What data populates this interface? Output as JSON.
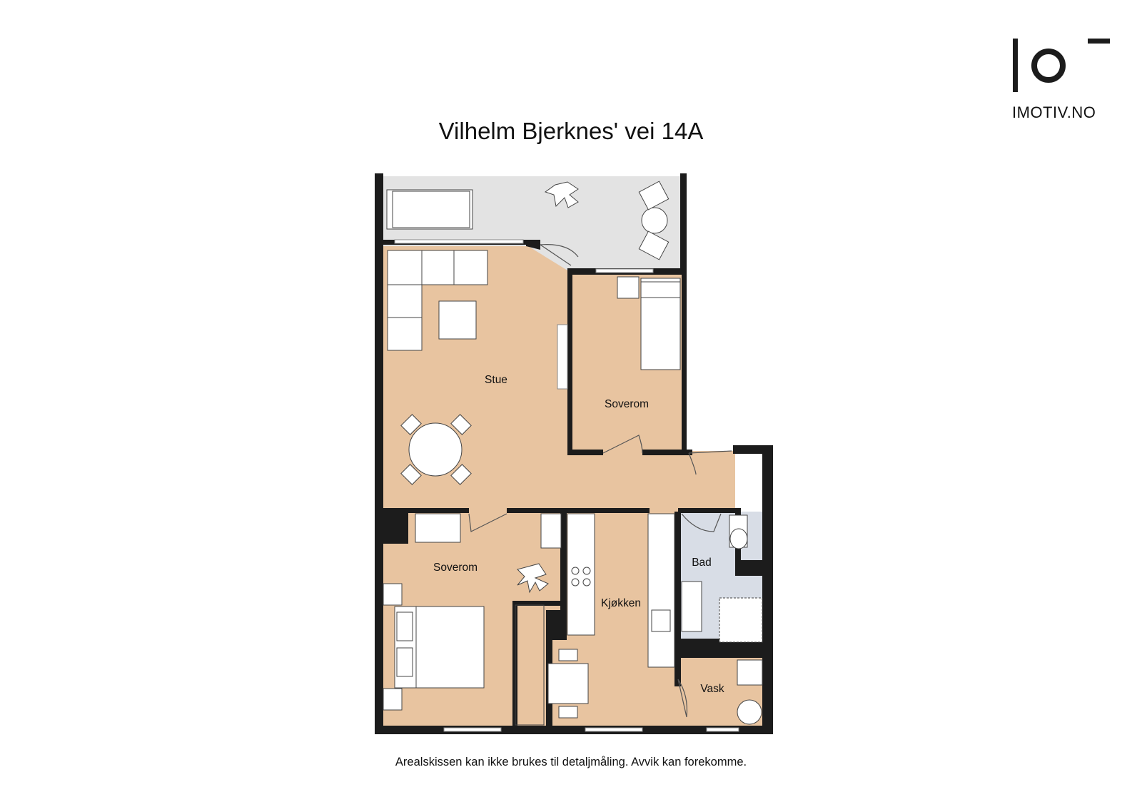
{
  "brand": {
    "name": "IMOTIV.NO"
  },
  "plan": {
    "title": "Vilhelm Bjerknes' vei 14A",
    "disclaimer": "Arealskissen kan ikke brukes til detaljmåling. Avvik kan forekomme.",
    "rooms": {
      "stue": "Stue",
      "soverom_north": "Soverom",
      "soverom_south": "Soverom",
      "kjokken": "Kjøkken",
      "bad": "Bad",
      "vask": "Vask"
    }
  },
  "colors": {
    "floor": "#e8c4a0",
    "balcony": "#e3e3e3",
    "bathroom": "#d8dde6",
    "wall": "#1c1c1c",
    "furniture": "#ffffff"
  }
}
